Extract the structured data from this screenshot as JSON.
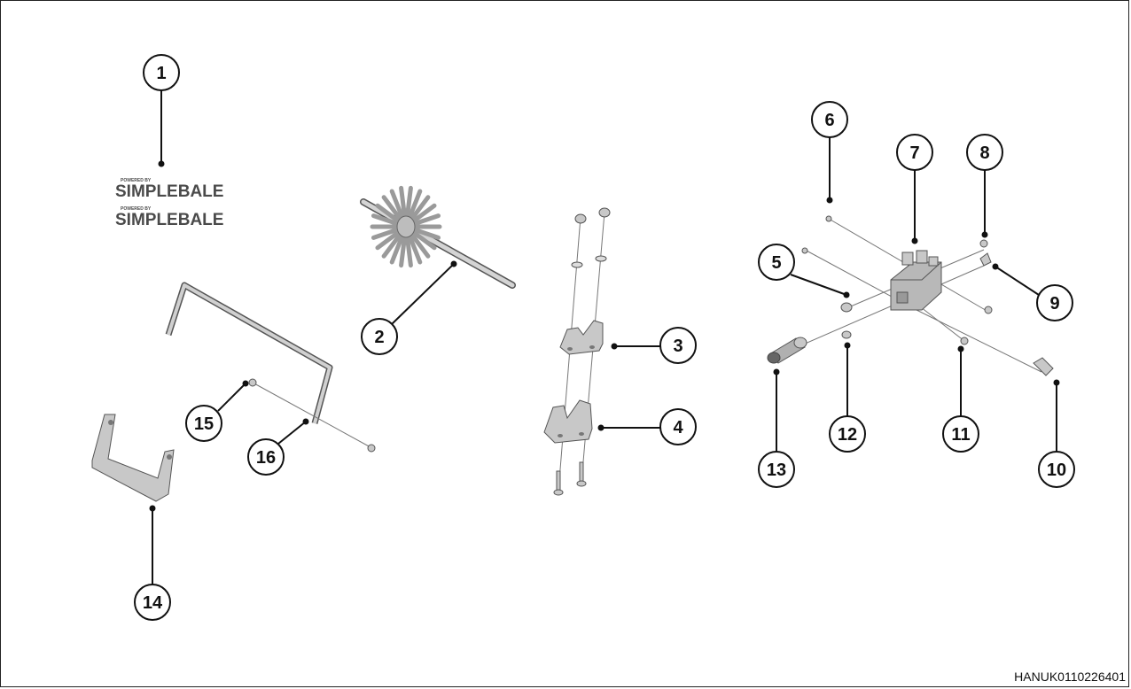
{
  "drawing_code": "HANUK0110226401",
  "callouts": [
    {
      "id": "callout-1",
      "number": "1"
    },
    {
      "id": "callout-2",
      "number": "2"
    },
    {
      "id": "callout-3",
      "number": "3"
    },
    {
      "id": "callout-4",
      "number": "4"
    },
    {
      "id": "callout-5",
      "number": "5"
    },
    {
      "id": "callout-6",
      "number": "6"
    },
    {
      "id": "callout-7",
      "number": "7"
    },
    {
      "id": "callout-8",
      "number": "8"
    },
    {
      "id": "callout-9",
      "number": "9"
    },
    {
      "id": "callout-10",
      "number": "10"
    },
    {
      "id": "callout-11",
      "number": "11"
    },
    {
      "id": "callout-12",
      "number": "12"
    },
    {
      "id": "callout-13",
      "number": "13"
    },
    {
      "id": "callout-14",
      "number": "14"
    },
    {
      "id": "callout-15",
      "number": "15"
    },
    {
      "id": "callout-16",
      "number": "16"
    }
  ],
  "logo": {
    "small_text": "POWERED BY",
    "brand": "SIMPLEBALE"
  },
  "colors": {
    "line": "#111111",
    "part_fill": "#c8c8c8",
    "part_stroke": "#555555",
    "frame": "#222222"
  }
}
